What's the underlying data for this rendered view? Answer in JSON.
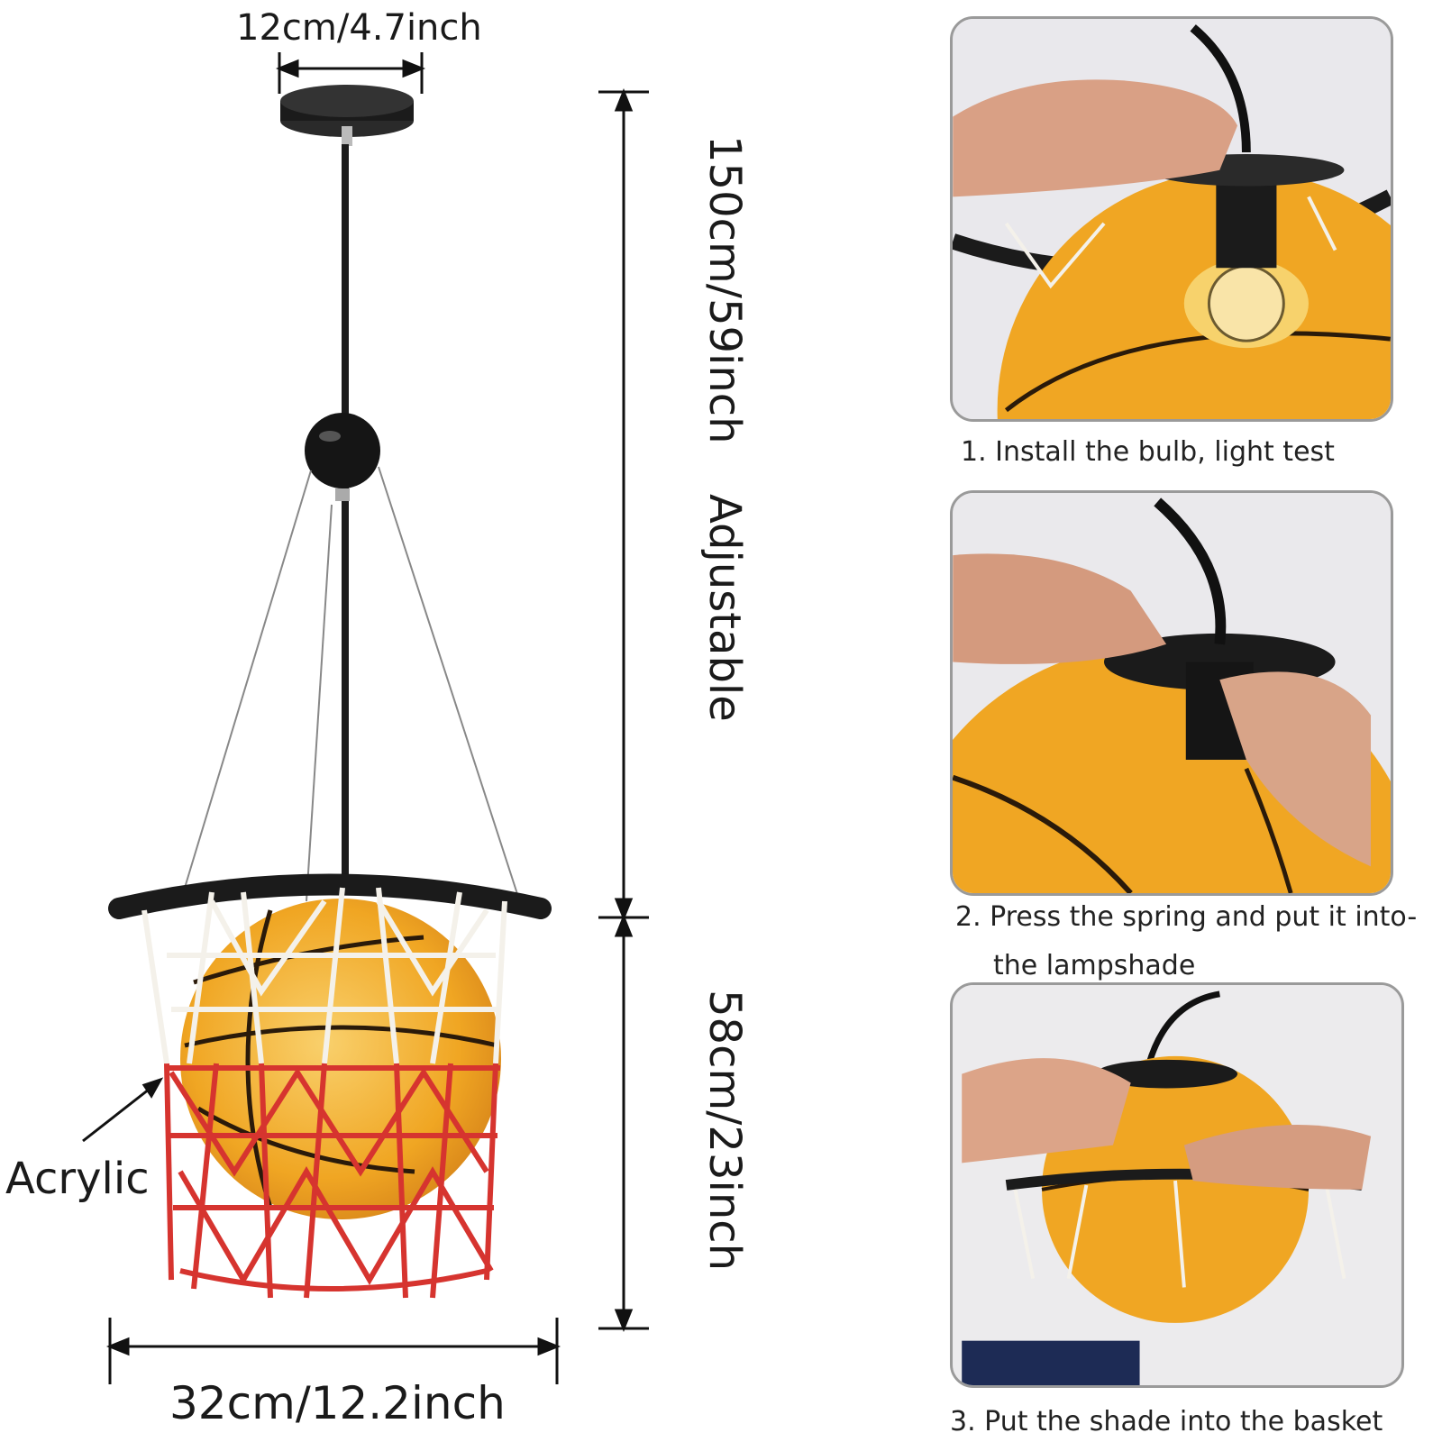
{
  "dimensions": {
    "canopy_width": "12cm/4.7inch",
    "total_height": "150cm/59inch",
    "adjustable": "Adjustable",
    "lamp_height": "58cm/23inch",
    "hoop_diameter": "32cm/12.2inch"
  },
  "material_label": "Acrylic",
  "steps": [
    {
      "caption": "1. Install the bulb, light test"
    },
    {
      "caption_line1": "2. Press the spring and put it into-",
      "caption_line2": "the lampshade"
    },
    {
      "caption": "3. Put the shade into the basket"
    }
  ],
  "colors": {
    "ball": "#f0a623",
    "ball_light": "#f7c45a",
    "net_red": "#d6342f",
    "net_white": "#f4f1ea",
    "metal": "#1b1b1b",
    "frame_border": "#9a9a9a"
  }
}
